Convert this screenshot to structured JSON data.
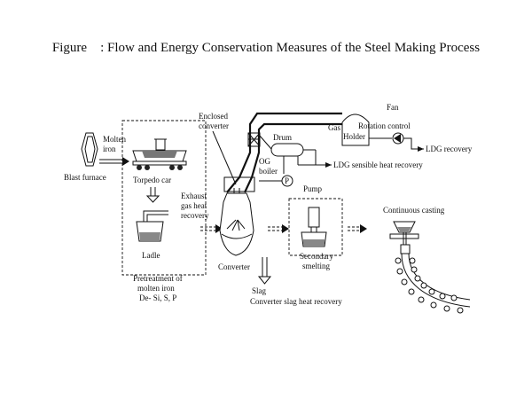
{
  "title": "Figure    : Flow and Energy Conservation Measures of the Steel Making Process",
  "labels": {
    "molten_iron": [
      "Molten",
      "iron"
    ],
    "blast_furnace": "Blast furnace",
    "torpedo_car": "Torpedo car",
    "exhaust_gas": [
      "Exhaust",
      "gas heat",
      "recovery"
    ],
    "ladle": "Ladle",
    "pretreatment": [
      "Pretreatment of",
      "molten iron"
    ],
    "desulf": "De- Si, S, P",
    "enclosed_converter": [
      "Enclosed",
      "converter"
    ],
    "drum": "Drum",
    "og_boiler": [
      "OG",
      "boiler"
    ],
    "gas": "Gas",
    "holder": "Holder",
    "fan": "Fan",
    "rotation_control": "Rotation control",
    "ldg_recovery": "LDG recovery",
    "ldg_sensible": "LDG sensible heat recovery",
    "pump": "Pump",
    "pump_symbol": "P",
    "converter": "Converter",
    "secondary_smelting": [
      "Secondary",
      "smelting"
    ],
    "continuous_casting": "Continuous casting",
    "slag": "Slag",
    "slag_heat": "Converter slag heat recovery"
  }
}
